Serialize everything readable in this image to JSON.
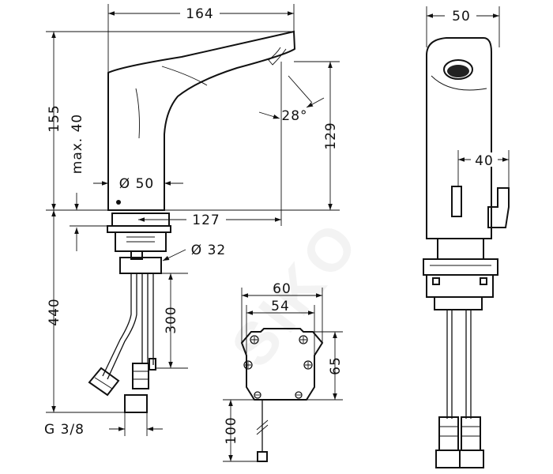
{
  "watermark": "SIKO",
  "dimensions": {
    "spout_reach": "164",
    "total_height": "155",
    "max_40": "max. 40",
    "base_diameter": "Ø 50",
    "spout_height": "129",
    "angle": "28°",
    "reach_127": "127",
    "thread_diameter": "Ø 32",
    "hose_length": "440",
    "cable_300": "300",
    "connection": "G 3/8",
    "box_60": "60",
    "box_54": "54",
    "box_65": "65",
    "cable_100": "100",
    "side_width": "50",
    "side_40": "40"
  }
}
